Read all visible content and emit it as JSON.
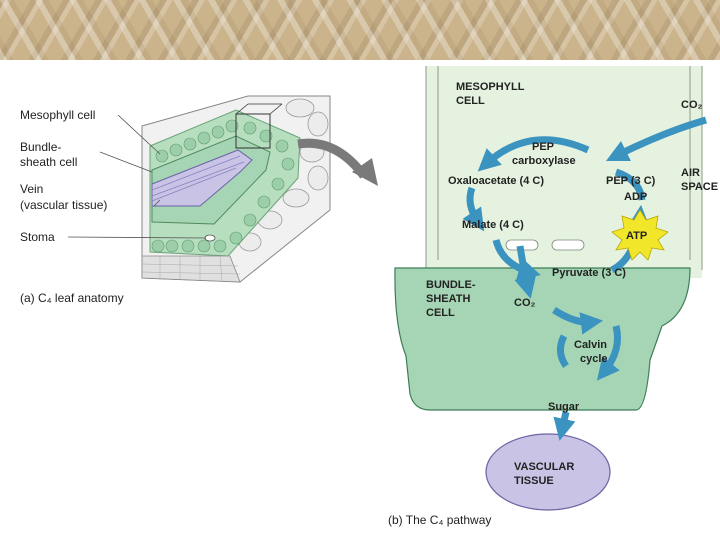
{
  "panel_a": {
    "labels": {
      "mesophyll_cell": "Mesophyll cell",
      "bundle_sheath_1": "Bundle-",
      "bundle_sheath_2": "sheath cell",
      "vein_1": "Vein",
      "vein_2": "(vascular tissue)",
      "stoma": "Stoma"
    },
    "caption": "(a) C₄ leaf anatomy"
  },
  "panel_b": {
    "mesophyll_1": "MESOPHYLL",
    "mesophyll_2": "CELL",
    "co2_top": "CO₂",
    "air_1": "AIR",
    "air_2": "SPACE",
    "pep_carboxylase_1": "PEP",
    "pep_carboxylase_2": "carboxylase",
    "oxaloacetate": "Oxaloacetate (4 C)",
    "pep": "PEP (3 C)",
    "adp": "ADP",
    "atp": "ATP",
    "malate": "Malate (4 C)",
    "pyruvate": "Pyruvate (3 C)",
    "bundle_sheath_1": "BUNDLE-",
    "bundle_sheath_2": "SHEATH",
    "bundle_sheath_3": "CELL",
    "co2_inner": "CO₂",
    "calvin_1": "Calvin",
    "calvin_2": "cycle",
    "sugar": "Sugar",
    "vascular_1": "VASCULAR",
    "vascular_2": "TISSUE",
    "caption": "(b) The C₄ pathway"
  },
  "colors": {
    "mesophyll_fill": "#e6f2e0",
    "bundle_sheath_fill": "#a6d5b5",
    "vascular_fill": "#c9c3e6",
    "arrow": "#3b93c0",
    "atp_star": "#f2e62b"
  }
}
